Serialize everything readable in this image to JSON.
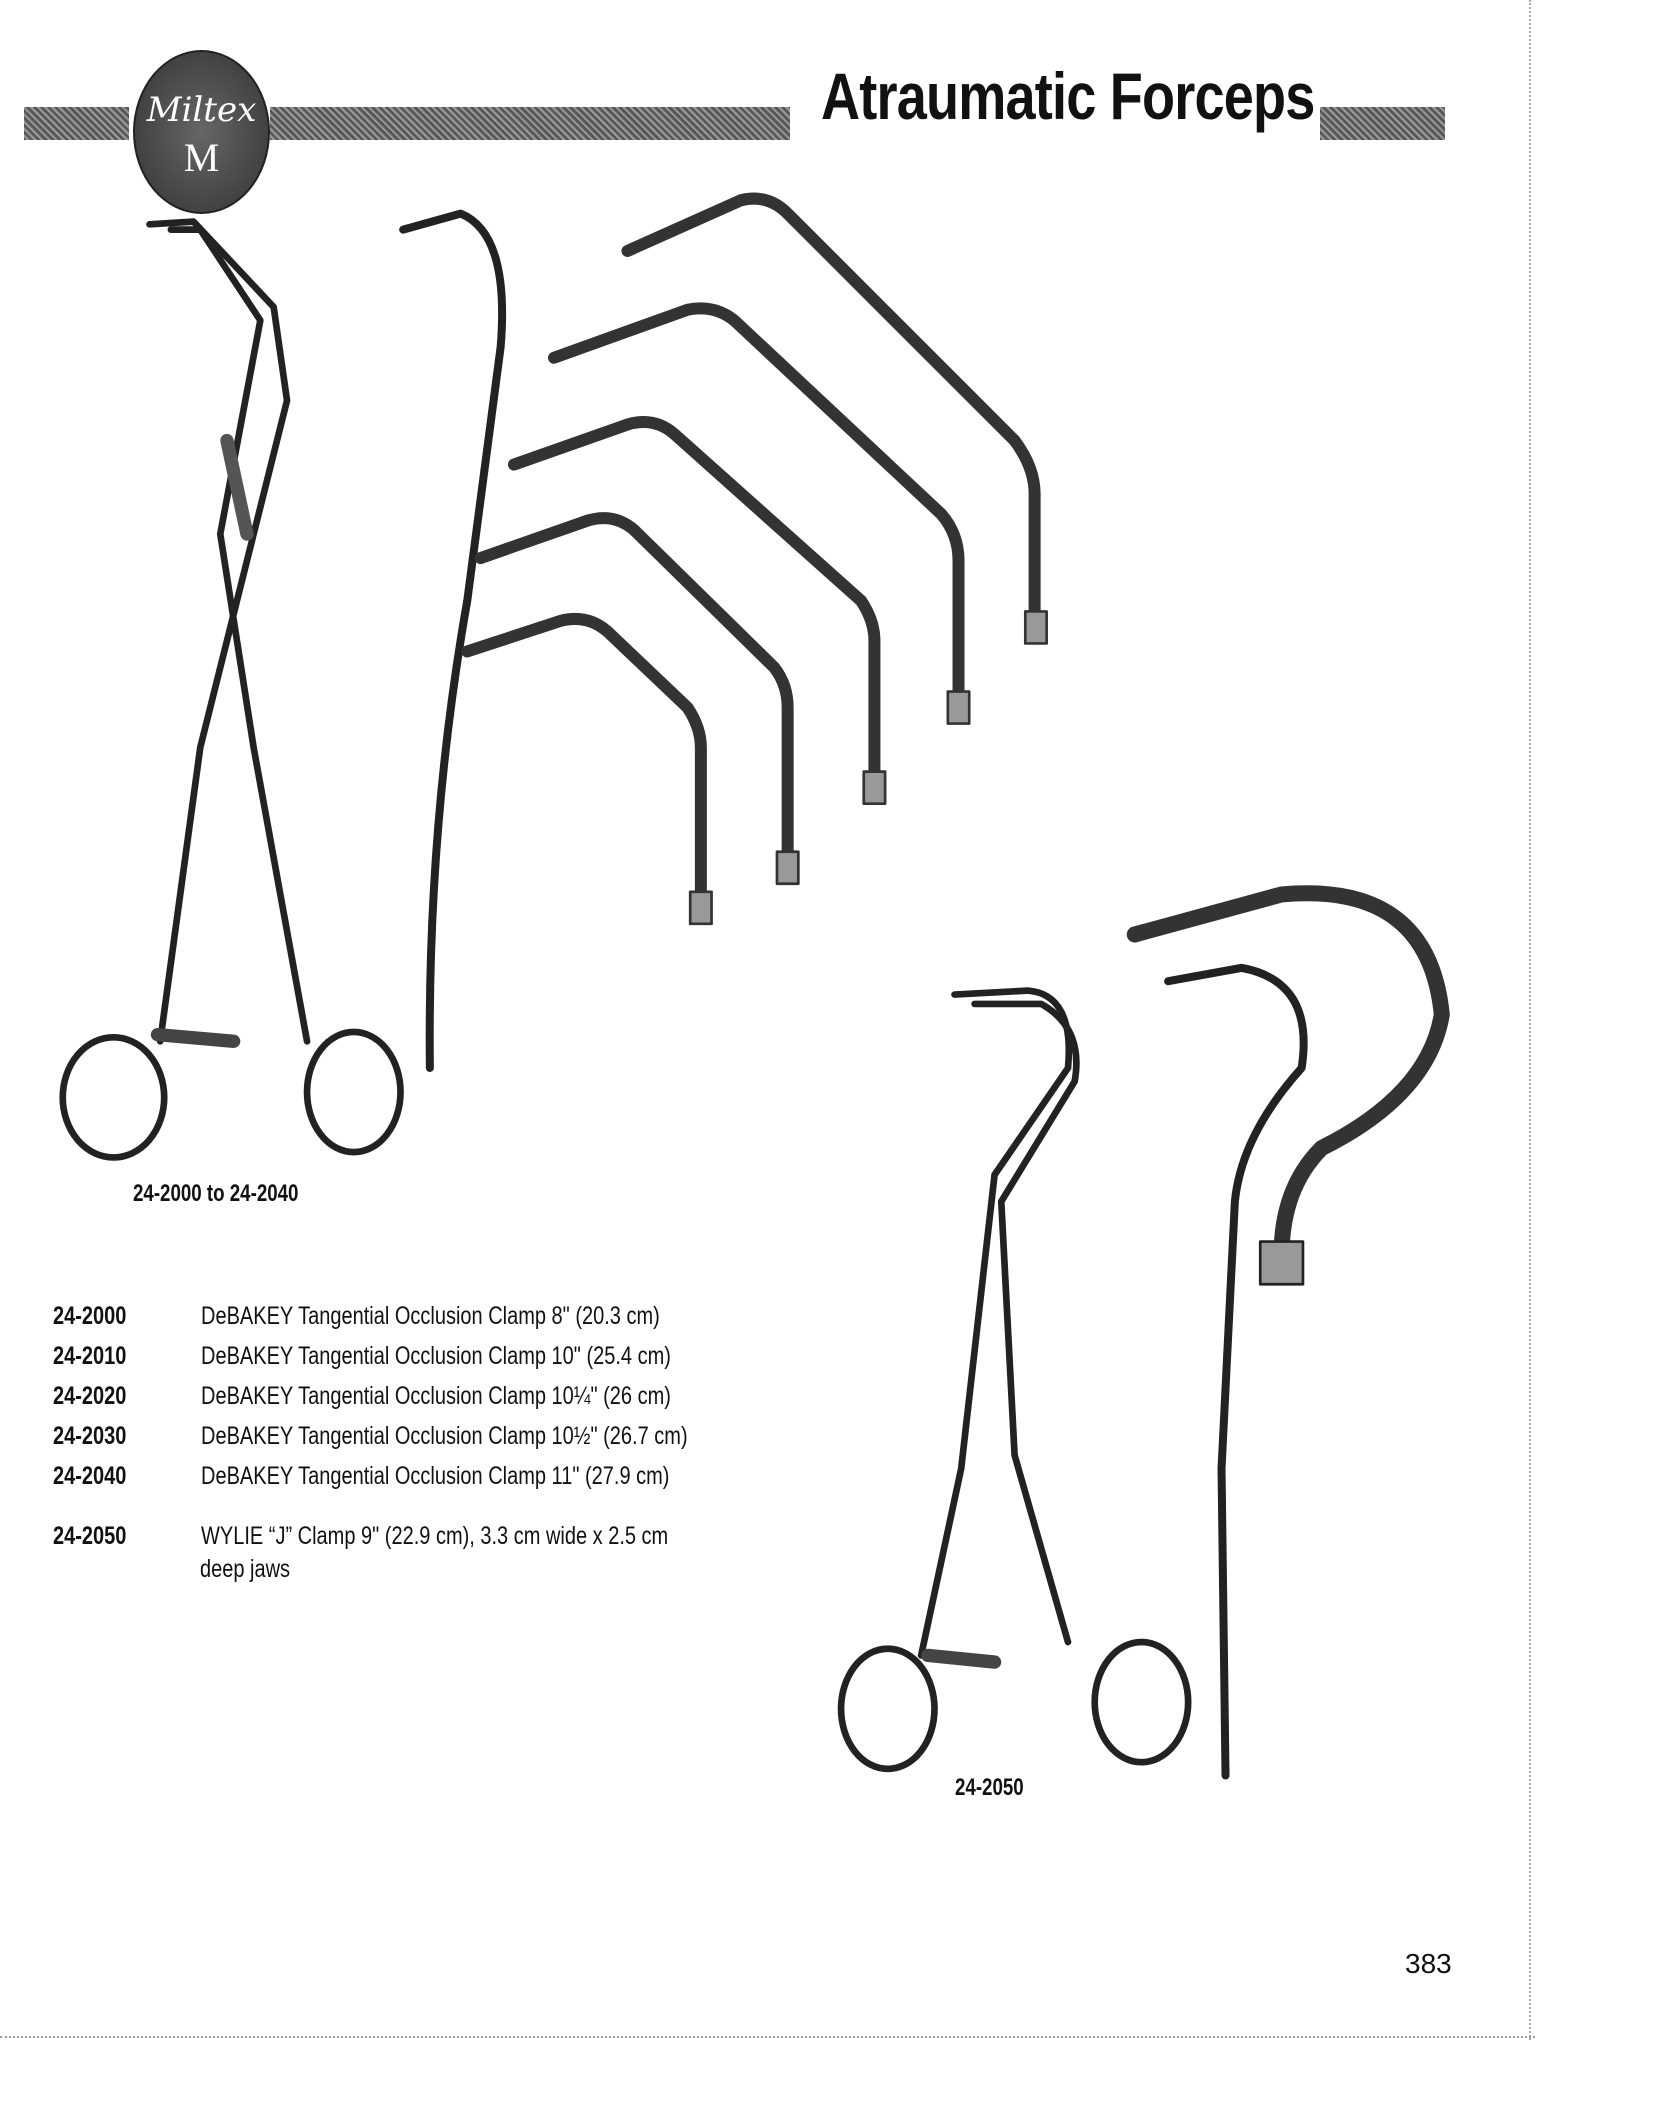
{
  "header": {
    "logo_text": "Miltex M",
    "title": "Atraumatic Forceps"
  },
  "captions": {
    "debakey_range": "24-2000 to 24-2040",
    "wylie": "24-2050"
  },
  "products": [
    {
      "code": "24-2000",
      "description": "DeBAKEY Tangential Occlusion Clamp  8\"   (20.3 cm)"
    },
    {
      "code": "24-2010",
      "description": "DeBAKEY Tangential Occlusion Clamp 10\"   (25.4 cm)"
    },
    {
      "code": "24-2020",
      "description": "DeBAKEY Tangential Occlusion Clamp 10¼\" (26 cm)"
    },
    {
      "code": "24-2030",
      "description": "DeBAKEY Tangential Occlusion Clamp 10½\" (26.7 cm)"
    },
    {
      "code": "24-2040",
      "description": "DeBAKEY Tangential Occlusion Clamp 11\"   (27.9 cm)"
    },
    {
      "code": "24-2050",
      "description": "WYLIE “J” Clamp 9\" (22.9 cm), 3.3 cm wide x 2.5 cm",
      "description_line2": "deep jaws"
    }
  ],
  "page_number": "383"
}
